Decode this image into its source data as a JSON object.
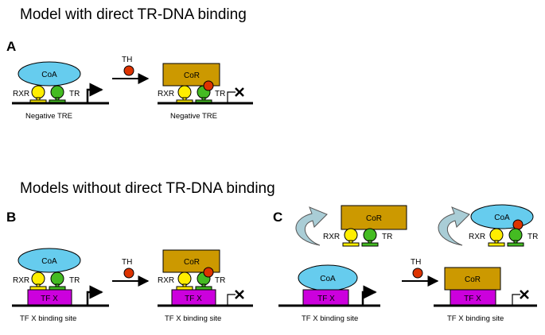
{
  "headings": {
    "direct": "Model with direct TR-DNA binding",
    "without": "Models without direct TR-DNA binding"
  },
  "panels": {
    "a": "A",
    "b": "B",
    "c": "C"
  },
  "labels": {
    "rxr": "RXR",
    "tr": "TR",
    "coa": "CoA",
    "cor": "CoR",
    "th": "TH",
    "tfx": "TF X"
  },
  "captions": {
    "negative_tre": "Negative TRE",
    "tfx_site": "TF X binding site"
  },
  "colors": {
    "coa": "#66ccee",
    "cor": "#cc9900",
    "rxr": "#ffee00",
    "tr": "#44bb22",
    "th": "#dd3300",
    "tfx": "#cc00dd",
    "curved_arrow": "#a9cdd6"
  }
}
